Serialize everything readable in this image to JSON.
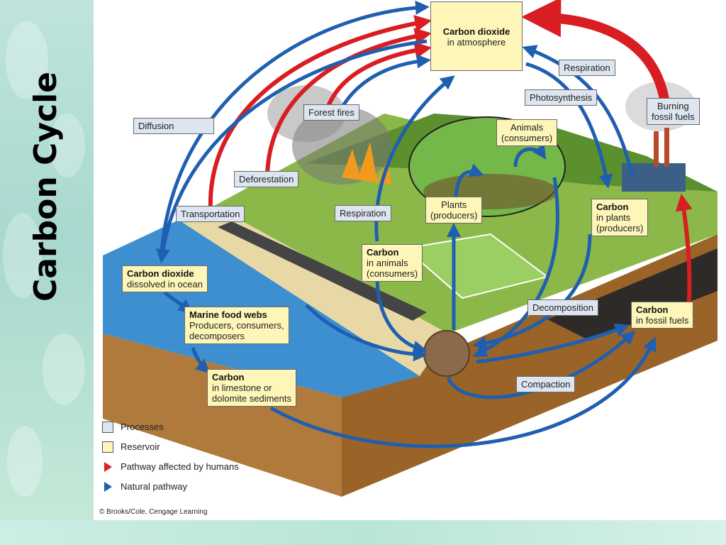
{
  "sidebar": {
    "title": "Carbon Cycle"
  },
  "atmosphere": {
    "title": "Carbon dioxide",
    "sub": "in atmosphere"
  },
  "processes": {
    "respiration_top": "Respiration",
    "photosynthesis": "Photosynthesis",
    "burning_1": "Burning",
    "burning_2": "fossil fuels",
    "forest_fires": "Forest fires",
    "diffusion": "Diffusion",
    "deforestation": "Deforestation",
    "transportation": "Transportation",
    "respiration_mid": "Respiration",
    "decomposition": "Decomposition",
    "compaction": "Compaction"
  },
  "reservoirs": {
    "animals_1": "Animals",
    "animals_2": "(consumers)",
    "plants_small_1": "Plants",
    "plants_small_2": "(producers)",
    "carbon_plants_title": "Carbon",
    "carbon_plants_1": "in plants",
    "carbon_plants_2": "(producers)",
    "carbon_animals_title": "Carbon",
    "carbon_animals_1": "in animals",
    "carbon_animals_2": "(consumers)",
    "ocean_title": "Carbon dioxide",
    "ocean_sub": "dissolved in ocean",
    "marine_title": "Marine food webs",
    "marine_1": "Producers, consumers,",
    "marine_2": "decomposers",
    "limestone_title": "Carbon",
    "limestone_1": "in limestone or",
    "limestone_2": "dolomite sediments",
    "fossil_title": "Carbon",
    "fossil_sub": "in fossil fuels"
  },
  "legend": {
    "processes": "Processes",
    "reservoir": "Reservoir",
    "human": "Pathway affected by humans",
    "natural": "Natural pathway"
  },
  "credit": "© Brooks/Cole, Cengage Learning",
  "colors": {
    "natural": "#1f5fb0",
    "human": "#d81e22",
    "process_fill": "#dde5f0",
    "reservoir_fill": "#fdf6b8"
  }
}
